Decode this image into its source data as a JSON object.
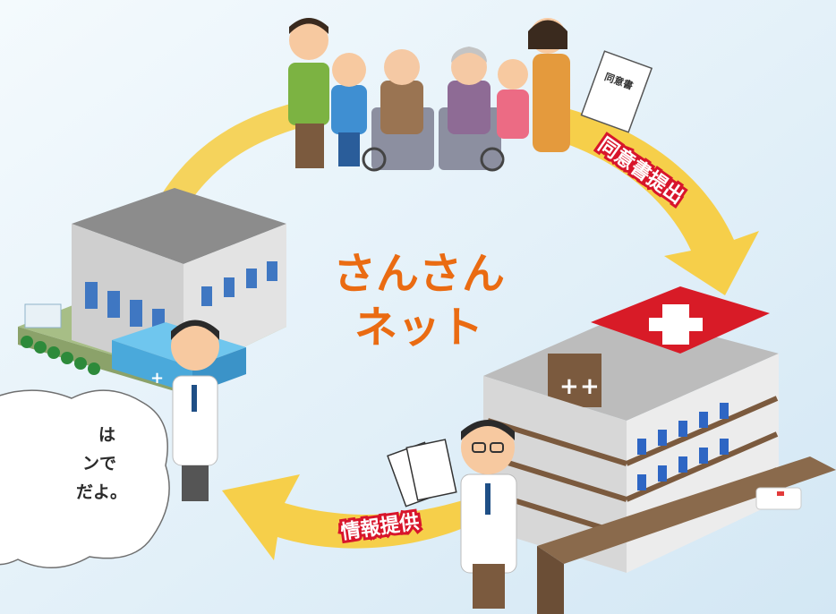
{
  "center_label": {
    "line1": "さんさん",
    "line2": "ネット"
  },
  "arrows": {
    "consent": "同意書提出",
    "info": "情報提供"
  },
  "consent_document": "同意書",
  "speech": {
    "line1": "は",
    "line2": "ンで",
    "line3": "だよ。"
  },
  "colors": {
    "accent_orange": "#ea6b12",
    "arrow_yellow": "#f6cf4a",
    "banner_red": "#d8152b",
    "roof_red": "#d81b27"
  }
}
